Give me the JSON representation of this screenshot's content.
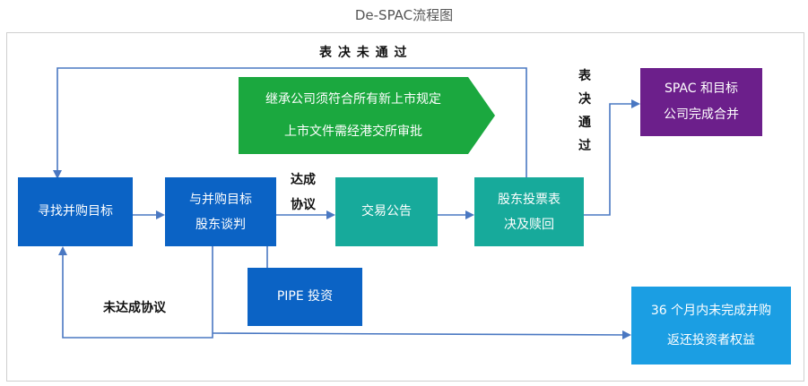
{
  "title": "De-SPAC流程图",
  "nodes": {
    "find_target": "寻找并购目标",
    "negotiate_line1": "与并购目标",
    "negotiate_line2": "股东谈判",
    "announcement": "交易公告",
    "vote_line1": "股东投票表",
    "vote_line2": "决及赎回",
    "merge_line1": "SPAC 和目标",
    "merge_line2": "公司完成合并",
    "pipe": "PIPE 投资",
    "return_line1": "36 个月内未完成并购",
    "return_line2": "返还投资者权益",
    "rule_line1": "继承公司须符合所有新上市规定",
    "rule_line2": "上市文件需经港交所审批"
  },
  "edge_labels": {
    "vote_failed": "表 决 未 通 过",
    "vote_passed": "表决通过",
    "agreement_line1": "达成",
    "agreement_line2": "协议",
    "no_agreement": "未达成协议"
  },
  "colors": {
    "dark_blue": "#0b63c5",
    "teal": "#17aa9b",
    "purple": "#6c1f8b",
    "light_blue": "#1b9ee3",
    "green": "#1ba83f",
    "arrow": "#4a78c2"
  }
}
